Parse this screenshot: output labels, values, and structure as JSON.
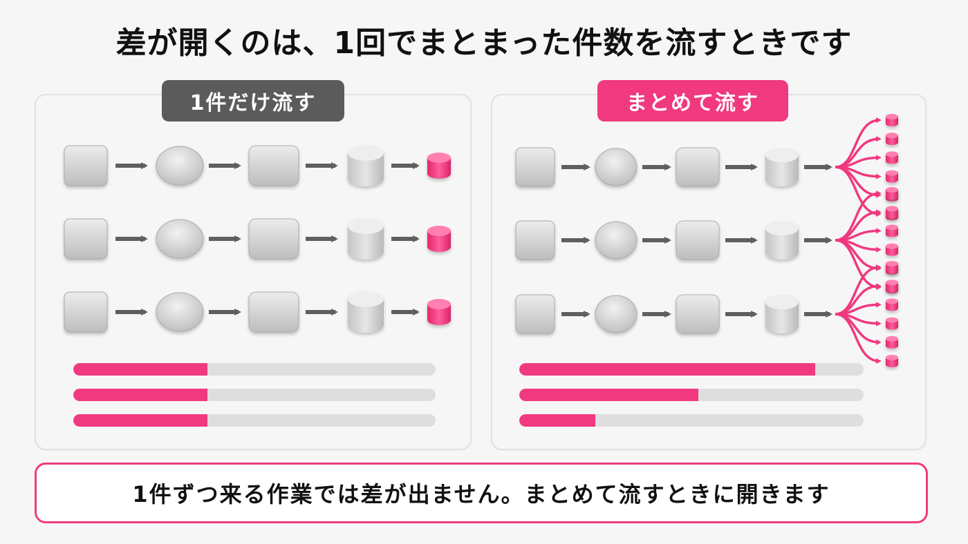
{
  "title": "差が開くのは、1回でまとまった件数を流すときです",
  "left_panel": {
    "label": "1件だけ流す",
    "rows": 3,
    "progress": [
      0.37,
      0.37,
      0.37
    ]
  },
  "right_panel": {
    "label": "まとめて流す",
    "rows": 3,
    "outputs_per_row": 6,
    "progress": [
      0.86,
      0.52,
      0.22
    ]
  },
  "footer": {
    "text": "1件ずつ来る作業では差が出ません。まとめて流すときに開きます"
  },
  "colors": {
    "accent": "#f0397f",
    "stage_gray": "#d9d9d9",
    "arrow_gray": "#5f5f5f",
    "dark_badge": "#5b5b5b"
  }
}
